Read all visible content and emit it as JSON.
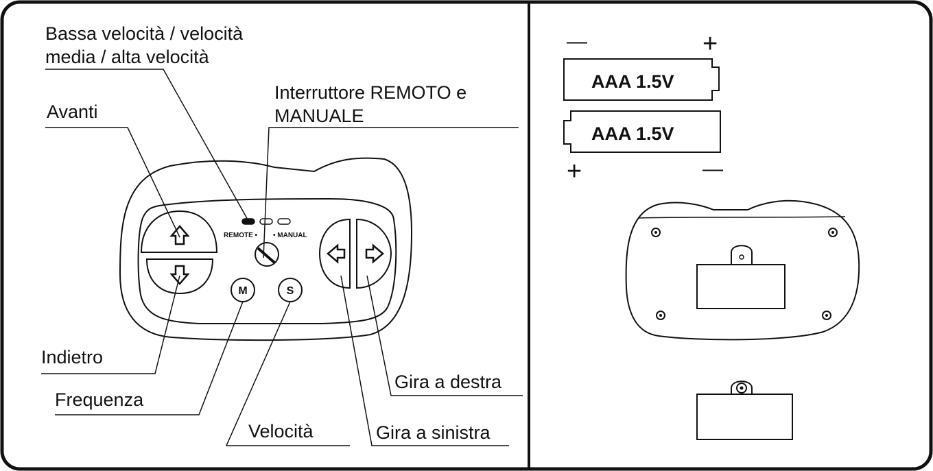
{
  "labels": {
    "speed_line1": "Bassa velocità / velocità",
    "speed_line2": "media / alta velocità",
    "switch_line1": "Interruttore REMOTO e",
    "switch_line2": "MANUALE",
    "forward": "Avanti",
    "backward": "Indietro",
    "frequency": "Frequenza",
    "speed": "Velocità",
    "turn_left": "Gira a sinistra",
    "turn_right": "Gira a destra"
  },
  "remote": {
    "remote_label": "REMOTE •",
    "manual_label": "• MANUAL",
    "m_button": "M",
    "s_button": "S"
  },
  "batteries": [
    {
      "label": "AAA 1.5V",
      "left_sign": "—",
      "right_sign": "+"
    },
    {
      "label": "AAA 1.5V",
      "left_sign": "+",
      "right_sign": "—"
    }
  ]
}
